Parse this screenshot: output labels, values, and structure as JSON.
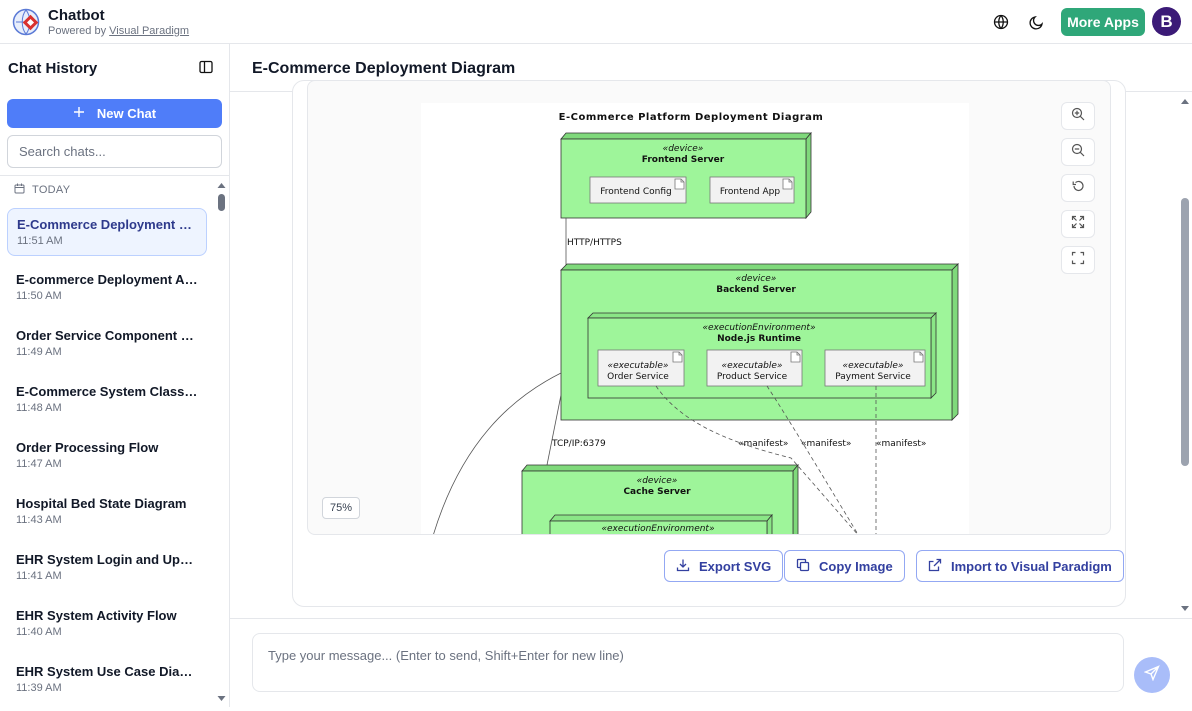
{
  "app": {
    "title": "Chatbot",
    "powered_by": "Powered by",
    "powered_by_link": "Visual Paradigm",
    "more_apps": "More Apps",
    "avatar_initial": "B"
  },
  "sidebar": {
    "heading": "Chat History",
    "new_chat": "New Chat",
    "search_placeholder": "Search chats...",
    "group_label": "TODAY",
    "chats": [
      {
        "title": "E-Commerce Deployment Di...",
        "time": "11:51 AM",
        "active": true
      },
      {
        "title": "E-commerce Deployment Ar...",
        "time": "11:50 AM"
      },
      {
        "title": "Order Service Component Di...",
        "time": "11:49 AM"
      },
      {
        "title": "E-Commerce System Class Di...",
        "time": "11:48 AM"
      },
      {
        "title": "Order Processing Flow",
        "time": "11:47 AM"
      },
      {
        "title": "Hospital Bed State Diagram",
        "time": "11:43 AM"
      },
      {
        "title": "EHR System Login and Upda...",
        "time": "11:41 AM"
      },
      {
        "title": "EHR System Activity Flow",
        "time": "11:40 AM"
      },
      {
        "title": "EHR System Use Case Diagram",
        "time": "11:39 AM"
      }
    ]
  },
  "main": {
    "title": "E-Commerce Deployment Diagram",
    "zoom_level": "75%",
    "export_svg": "Export SVG",
    "copy_image": "Copy Image",
    "import_vp": "Import to Visual Paradigm",
    "composer_placeholder": "Type your message... (Enter to send, Shift+Enter for new line)"
  },
  "diagram": {
    "title": "E-Commerce Platform Deployment Diagram",
    "node_fill": "#9ef59a",
    "frontend": {
      "stereotype": "«device»",
      "name": "Frontend Server",
      "artifacts": [
        "Frontend Config",
        "Frontend App"
      ]
    },
    "link_http": "HTTP/HTTPS",
    "backend": {
      "stereotype": "«device»",
      "name": "Backend Server"
    },
    "runtime": {
      "stereotype": "«executionEnvironment»",
      "name": "Node.js Runtime"
    },
    "executables": [
      {
        "stereotype": "«executable»",
        "name": "Order Service"
      },
      {
        "stereotype": "«executable»",
        "name": "Product Service"
      },
      {
        "stereotype": "«executable»",
        "name": "Payment Service"
      }
    ],
    "link_tcp": "TCP/IP:6379",
    "manifest": "«manifest»",
    "cache": {
      "stereotype": "«device»",
      "name": "Cache Server"
    },
    "cache_env": {
      "stereotype": "«executionEnvironment»"
    }
  },
  "colors": {
    "primary": "#4f7df9",
    "more_apps": "#2fa779",
    "avatar": "#3b1a77",
    "send": "#a9bdf9"
  }
}
